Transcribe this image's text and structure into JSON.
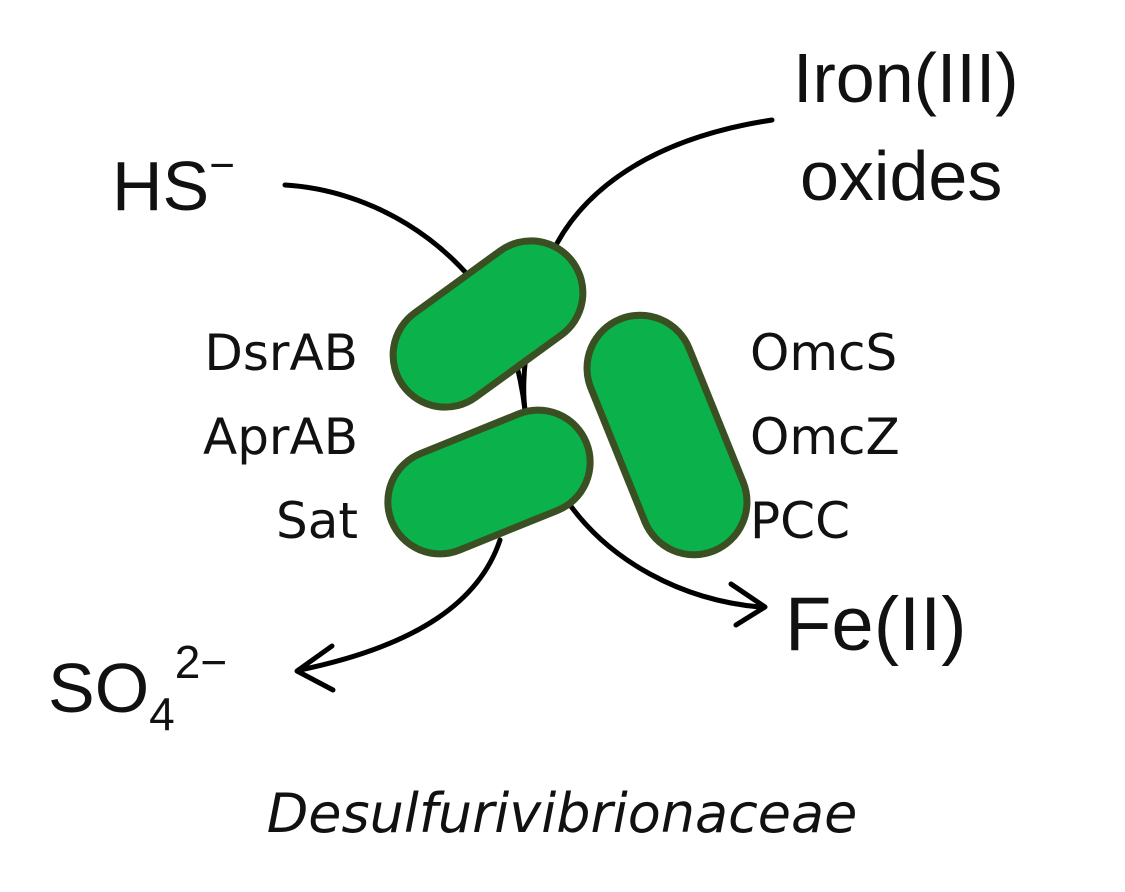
{
  "species": {
    "hs": {
      "base": "HS",
      "charge": "−"
    },
    "sulfate": {
      "base": "SO",
      "subscript": "4",
      "charge": "2−"
    },
    "iron3": {
      "line1": "Iron(III)",
      "line2": "oxides"
    },
    "iron2": "Fe(II)"
  },
  "enzymes_left": [
    "DsrAB",
    "AprAB",
    "Sat"
  ],
  "enzymes_right": [
    "OmcS",
    "OmcZ",
    "PCC"
  ],
  "caption": "Desulfurivibrionaceae",
  "colors": {
    "cell_fill": "#0bb14a",
    "cell_stroke": "#3a4f22",
    "arrow": "#000000",
    "text": "#111111"
  }
}
